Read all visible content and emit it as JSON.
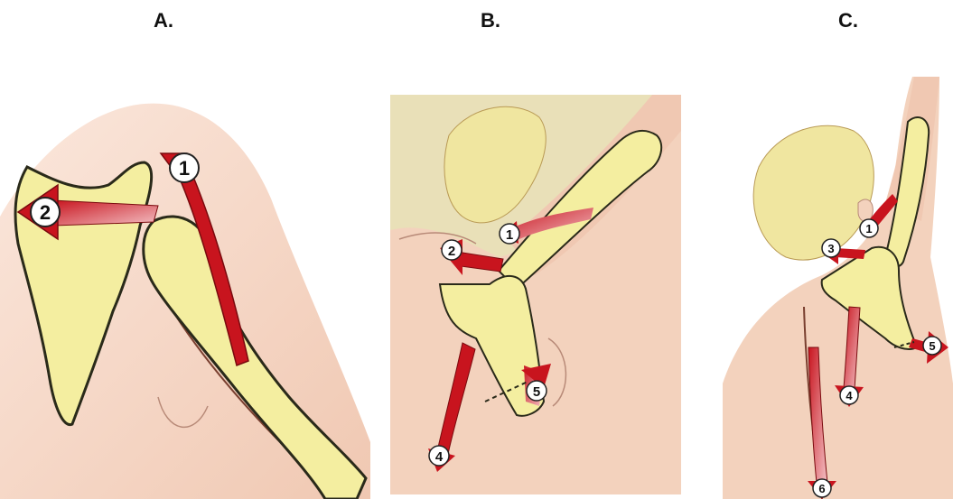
{
  "panels": {
    "a": {
      "label": "A.",
      "markers": [
        "1",
        "2"
      ]
    },
    "b": {
      "label": "B.",
      "markers": [
        "1",
        "2",
        "4",
        "5"
      ]
    },
    "c": {
      "label": "C.",
      "markers": [
        "1",
        "3",
        "4",
        "5",
        "6"
      ]
    }
  },
  "colors": {
    "skin": "#f3d2bd",
    "skin_shadow": "#e8b9a3",
    "bone": "#f4eea0",
    "bone_outline": "#2a2a1a",
    "hair": "#f0e6a0",
    "arrow": "#d0202a",
    "arrow_pale": "#f1b8bd",
    "background_b": "#e9e0b8"
  }
}
